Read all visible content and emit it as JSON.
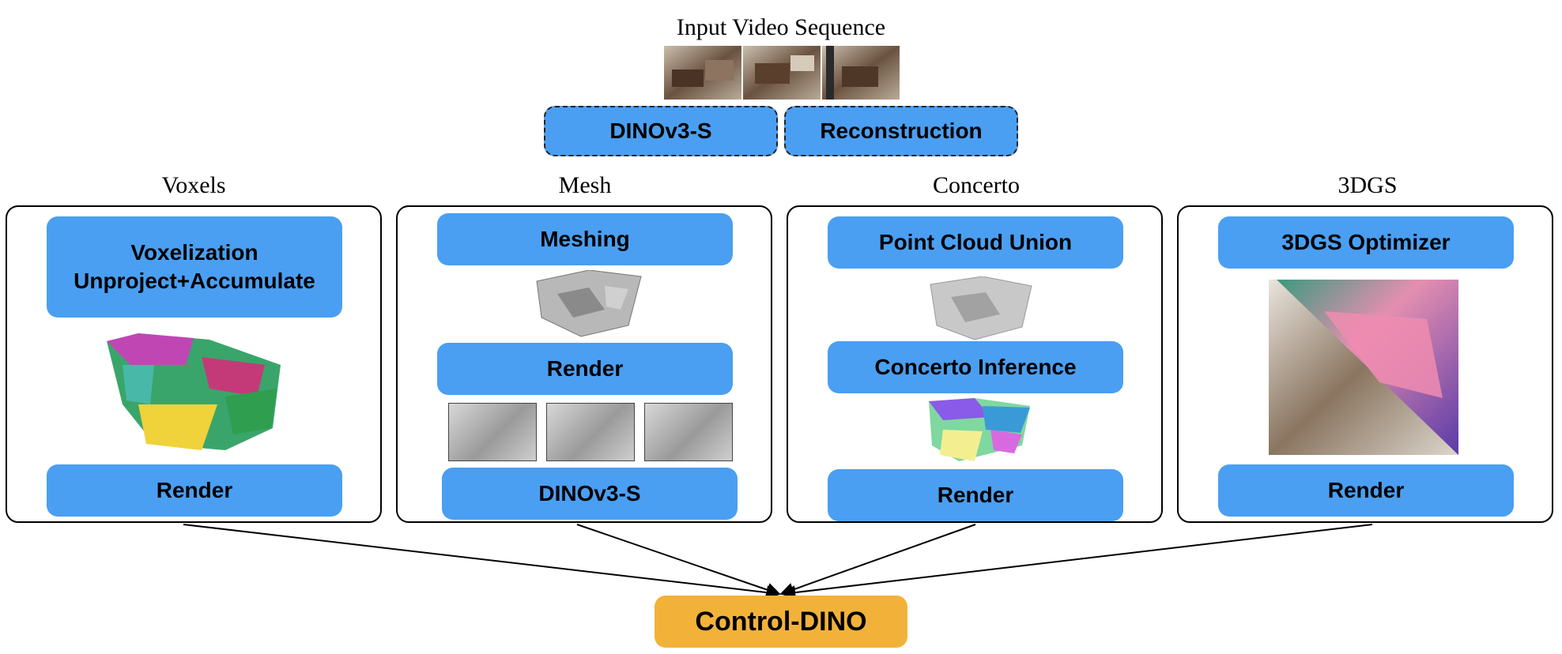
{
  "header": {
    "title": "Input Video Sequence"
  },
  "top_buttons": {
    "dino": "DINOv3-S",
    "reconstruction": "Reconstruction"
  },
  "panels": {
    "voxels": {
      "title": "Voxels",
      "step1_line1": "Voxelization",
      "step1_line2": "Unproject+Accumulate",
      "step2": "Render"
    },
    "mesh": {
      "title": "Mesh",
      "step1": "Meshing",
      "step2": "Render",
      "step3": "DINOv3-S"
    },
    "concerto": {
      "title": "Concerto",
      "step1": "Point Cloud Union",
      "step2": "Concerto Inference",
      "step3": "Render"
    },
    "gs": {
      "title": "3DGS",
      "step1": "3DGS Optimizer",
      "step2": "Render"
    }
  },
  "output": {
    "label": "Control-DINO"
  },
  "colors": {
    "step_box": "#4a9ff2",
    "output_box": "#f2b23a"
  }
}
